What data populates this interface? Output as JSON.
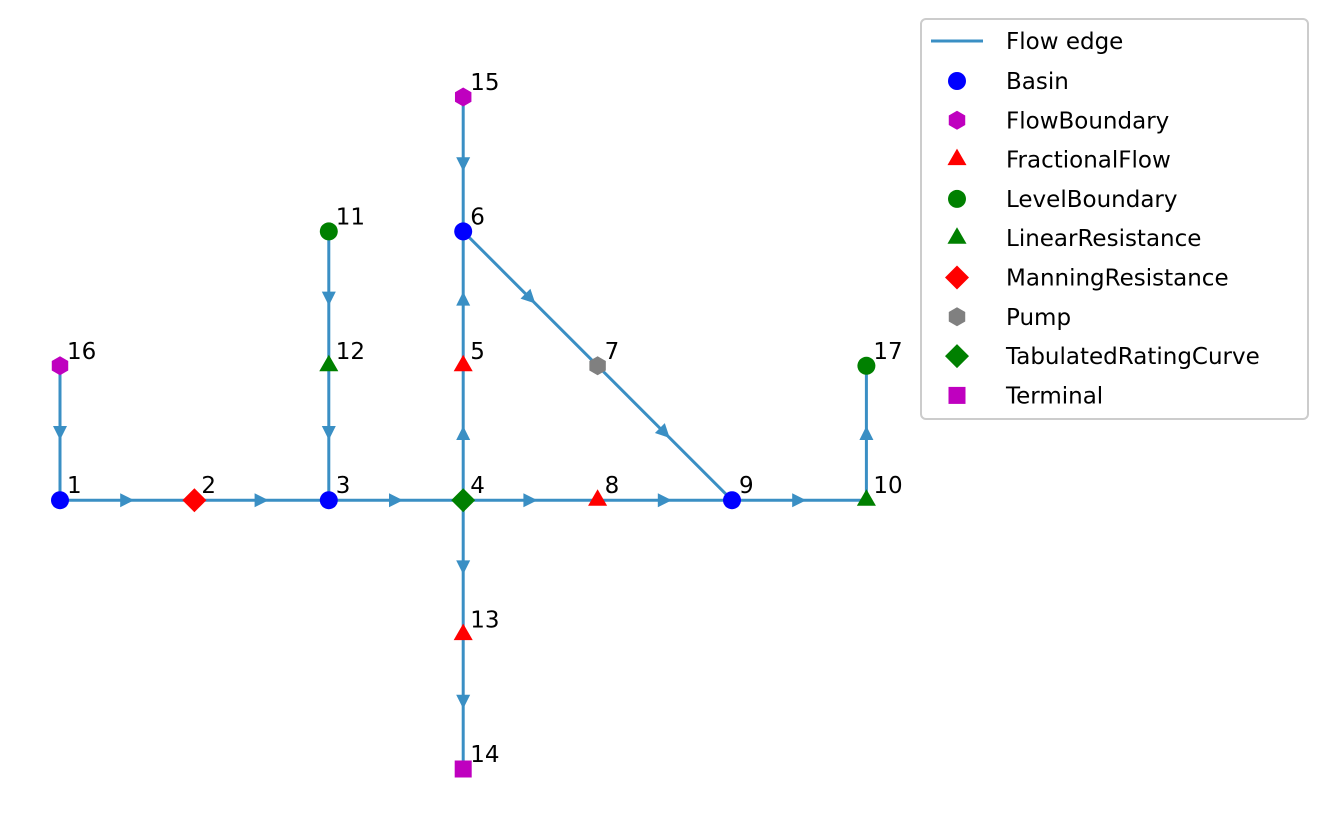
{
  "nodes": [
    {
      "id": "1",
      "type": "Basin",
      "col": 0,
      "row": 3
    },
    {
      "id": "2",
      "type": "ManningResistance",
      "col": 1,
      "row": 3
    },
    {
      "id": "3",
      "type": "Basin",
      "col": 2,
      "row": 3
    },
    {
      "id": "4",
      "type": "TabulatedRatingCurve",
      "col": 3,
      "row": 3
    },
    {
      "id": "5",
      "type": "FractionalFlow",
      "col": 3,
      "row": 2
    },
    {
      "id": "6",
      "type": "Basin",
      "col": 3,
      "row": 1
    },
    {
      "id": "7",
      "type": "Pump",
      "col": 4,
      "row": 2
    },
    {
      "id": "8",
      "type": "FractionalFlow",
      "col": 4,
      "row": 3
    },
    {
      "id": "9",
      "type": "Basin",
      "col": 5,
      "row": 3
    },
    {
      "id": "10",
      "type": "LinearResistance",
      "col": 6,
      "row": 3
    },
    {
      "id": "11",
      "type": "LevelBoundary",
      "col": 2,
      "row": 1
    },
    {
      "id": "12",
      "type": "LinearResistance",
      "col": 2,
      "row": 2
    },
    {
      "id": "13",
      "type": "FractionalFlow",
      "col": 3,
      "row": 4
    },
    {
      "id": "14",
      "type": "Terminal",
      "col": 3,
      "row": 5
    },
    {
      "id": "15",
      "type": "FlowBoundary",
      "col": 3,
      "row": 0
    },
    {
      "id": "16",
      "type": "FlowBoundary",
      "col": 0,
      "row": 2
    },
    {
      "id": "17",
      "type": "LevelBoundary",
      "col": 6,
      "row": 2
    }
  ],
  "edges": [
    [
      "1",
      "2"
    ],
    [
      "2",
      "3"
    ],
    [
      "3",
      "4"
    ],
    [
      "4",
      "5"
    ],
    [
      "5",
      "6"
    ],
    [
      "6",
      "7"
    ],
    [
      "7",
      "9"
    ],
    [
      "4",
      "8"
    ],
    [
      "8",
      "9"
    ],
    [
      "9",
      "10"
    ],
    [
      "10",
      "17"
    ],
    [
      "11",
      "12"
    ],
    [
      "12",
      "3"
    ],
    [
      "4",
      "13"
    ],
    [
      "13",
      "14"
    ],
    [
      "15",
      "6"
    ],
    [
      "16",
      "1"
    ]
  ],
  "legend": {
    "edge_label": "Flow edge",
    "items": [
      {
        "label": "Basin",
        "shape": "circle",
        "color": "#0000ff"
      },
      {
        "label": "FlowBoundary",
        "shape": "hexagon",
        "color": "#bf00bf"
      },
      {
        "label": "FractionalFlow",
        "shape": "triangle",
        "color": "#ff0000"
      },
      {
        "label": "LevelBoundary",
        "shape": "circle",
        "color": "#008000"
      },
      {
        "label": "LinearResistance",
        "shape": "triangle",
        "color": "#008000"
      },
      {
        "label": "ManningResistance",
        "shape": "diamond",
        "color": "#ff0000"
      },
      {
        "label": "Pump",
        "shape": "hexagon",
        "color": "#808080"
      },
      {
        "label": "TabulatedRatingCurve",
        "shape": "diamond",
        "color": "#008000"
      },
      {
        "label": "Terminal",
        "shape": "square",
        "color": "#bf00bf"
      }
    ]
  },
  "colors": {
    "edge": "#3a8fc4"
  }
}
